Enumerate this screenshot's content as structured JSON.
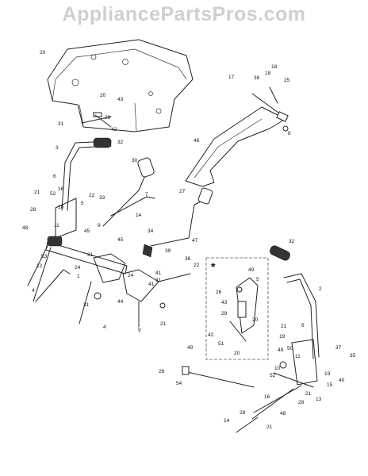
{
  "watermark": "AppliancePartsPros.com",
  "callouts": [
    "20",
    "20",
    "43",
    "29",
    "31",
    "42",
    "17",
    "18",
    "18",
    "38",
    "25",
    "8",
    "46",
    "3",
    "32",
    "30",
    "6",
    "16",
    "21",
    "52",
    "28",
    "22",
    "33",
    "10",
    "5",
    "7",
    "14",
    "48",
    "11",
    "45",
    "9",
    "45",
    "27",
    "34",
    "47",
    "53",
    "39",
    "36",
    "22",
    "12",
    "21",
    "24",
    "24",
    "41",
    "31",
    "41",
    "1",
    "31",
    "44",
    "9",
    "21",
    "4",
    "4",
    "32",
    "2",
    "49",
    "5",
    "26",
    "43",
    "29",
    "20",
    "42",
    "51",
    "20",
    "21",
    "19",
    "6",
    "37",
    "35",
    "49",
    "50",
    "11",
    "10",
    "19",
    "40",
    "52",
    "15",
    "16",
    "28",
    "13",
    "21",
    "48",
    "28",
    "14",
    "21",
    "49",
    "26",
    "54"
  ],
  "inset": {
    "marker": "*"
  }
}
